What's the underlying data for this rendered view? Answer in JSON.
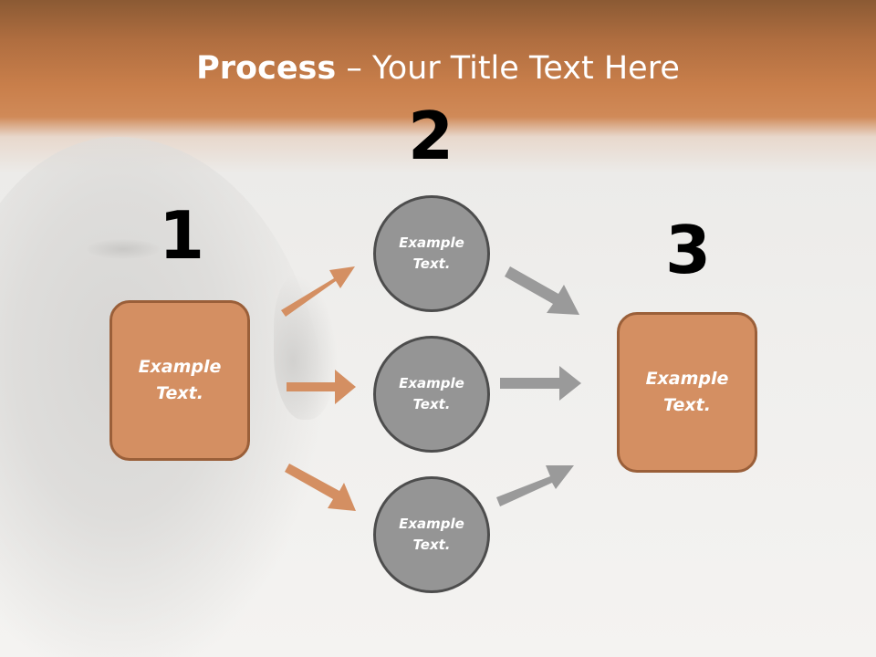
{
  "title": {
    "bold": "Process",
    "rest": " – Your Title Text Here"
  },
  "steps": {
    "one": "1",
    "two": "2",
    "three": "3"
  },
  "boxes": {
    "left": "Example\nText.",
    "right": "Example\nText."
  },
  "circles": {
    "top": "Example\nText.",
    "middle": "Example\nText.",
    "bottom": "Example\nText."
  },
  "colors": {
    "orange": "#d48f62",
    "orange_arrow": "#d48f62",
    "gray": "#959595",
    "gray_arrow": "#9a9a9a",
    "header": "#c97f4b"
  }
}
